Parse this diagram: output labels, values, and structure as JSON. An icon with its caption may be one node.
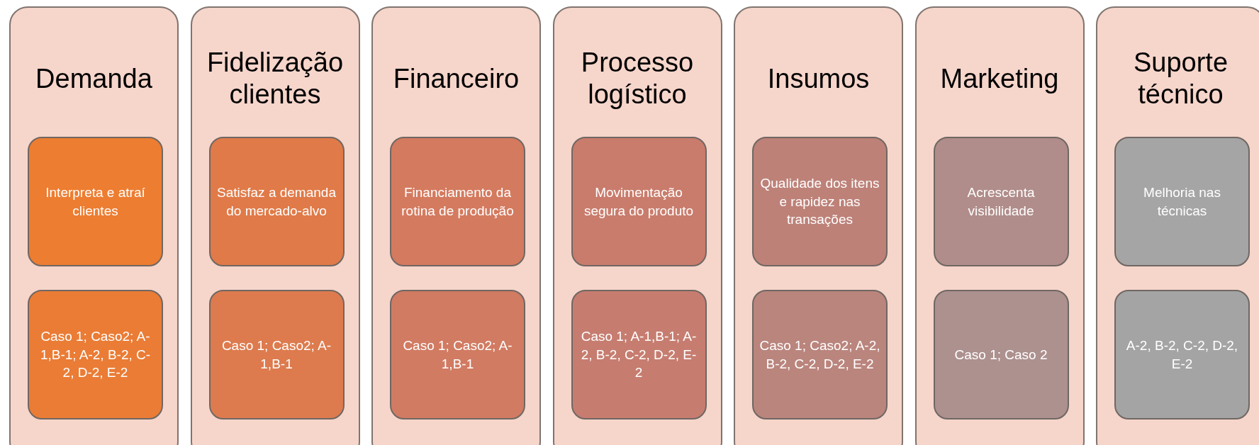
{
  "diagram": {
    "nodes": [
      {
        "text": [
          "Demanda"
        ]
      },
      {
        "text": [
          "Interpreta e atraí clientes"
        ],
        "in": 0
      },
      {
        "text": [
          "Caso 1; Caso2; A-1,B-1; A-2, B-2, C-2, D-2, E-2"
        ],
        "in": 0
      },
      {
        "text": [
          "Fidelização clientes"
        ]
      },
      {
        "text": [
          "Satisfaz a demanda do mercado-alvo"
        ],
        "in": 3
      },
      {
        "text": [
          "Caso 1; Caso2; A-1,B-1"
        ],
        "in": 3
      },
      {
        "text": [
          "Financeiro"
        ]
      },
      {
        "text": [
          "Financiamento da rotina de produção"
        ],
        "in": 6
      },
      {
        "text": [
          "Caso 1; Caso2; A-1,B-1"
        ],
        "in": 6
      },
      {
        "text": [
          "Processo logístico"
        ]
      },
      {
        "text": [
          "Movimentação segura do produto"
        ],
        "in": 9
      },
      {
        "text": [
          "Caso 1; A-1,B-1; A-2, B-2, C-2, D-2, E-2"
        ],
        "in": 9
      },
      {
        "text": [
          "Insumos"
        ]
      },
      {
        "text": [
          "Qualidade dos itens e rapidez nas transações"
        ],
        "in": 12
      },
      {
        "text": [
          "Caso 1; Caso2; A-2, B-2, C-2, D-2, E-2"
        ],
        "in": 12
      },
      {
        "text": [
          "Marketing"
        ]
      },
      {
        "text": [
          "Acrescenta visibilidade"
        ],
        "in": 15
      },
      {
        "text": [
          "Caso 1; Caso 2"
        ],
        "in": 15
      },
      {
        "text": [
          "Suporte técnico"
        ]
      },
      {
        "text": [
          "Melhoria nas técnicas"
        ],
        "in": 18
      },
      {
        "text": [
          "A-2, B-2, C-2, D-2, E-2"
        ],
        "in": 18
      }
    ],
    "edges": []
  }
}
